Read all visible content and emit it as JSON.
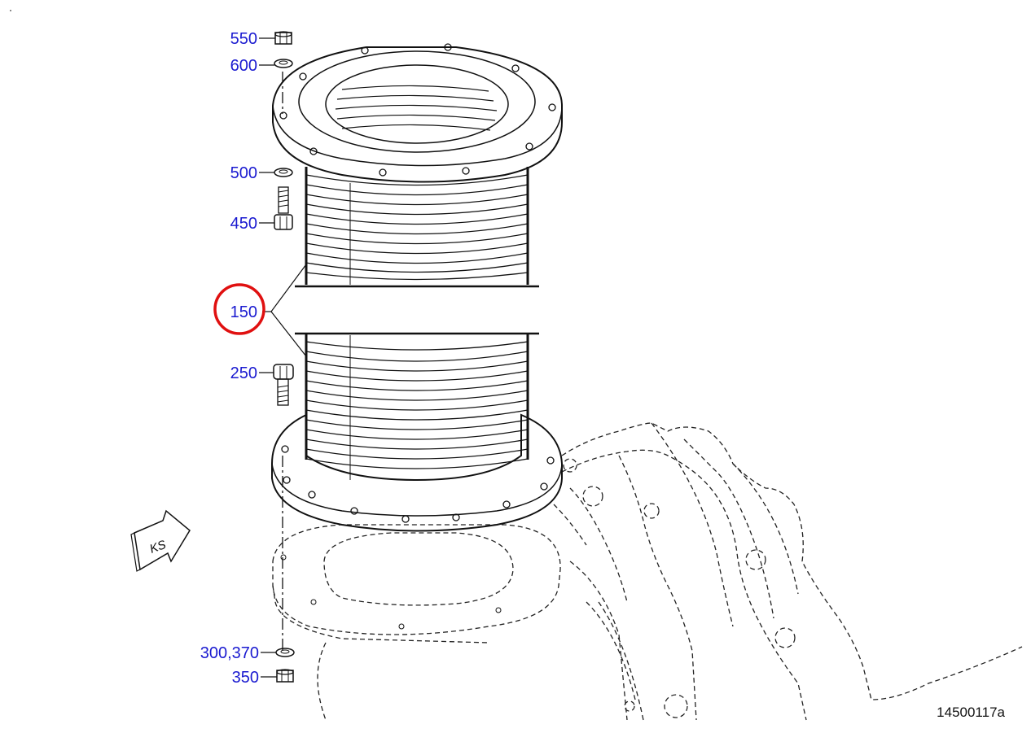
{
  "diagram": {
    "callouts": {
      "c550": "550",
      "c600": "600",
      "c500": "500",
      "c450": "450",
      "c150": "150",
      "c250": "250",
      "c300_370": "300,370",
      "c350": "350"
    },
    "direction_arrow_label": "KS",
    "figure_number": "14500117a",
    "highlighted_callout": "150",
    "colors": {
      "callout_text": "#1a1ad0",
      "highlight_circle": "#e01010",
      "line": "#111111"
    }
  }
}
